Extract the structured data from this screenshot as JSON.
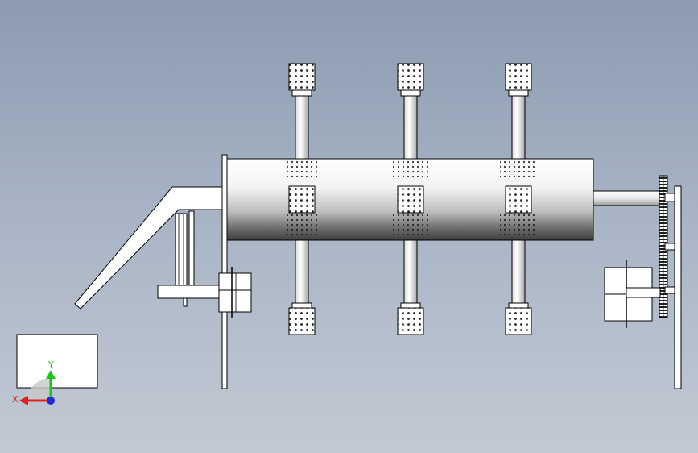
{
  "view": {
    "background_top": "#8c9bb0",
    "background_bottom": "#c2c9d4"
  },
  "triad": {
    "x_label": "X",
    "y_label": "Y",
    "x_color": "#e0201c",
    "y_color": "#17c617",
    "z_color": "#1c2ad8"
  },
  "model": {
    "part_fill": "#ffffff",
    "edge_color": "#000000",
    "hole_pattern": "perforated-grid"
  }
}
